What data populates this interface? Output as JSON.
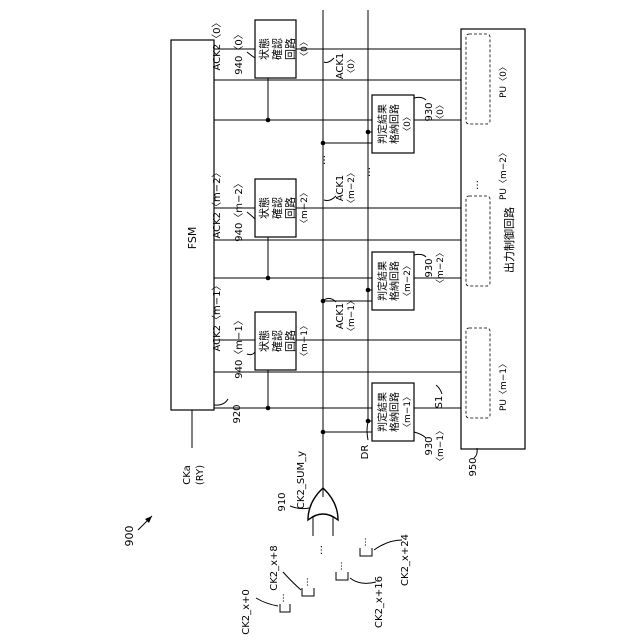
{
  "figure_number": "900",
  "fsm": {
    "label": "FSM",
    "ref": "920"
  },
  "output_control": {
    "label": "出力制御回路",
    "ref": "950"
  },
  "pu_units": [
    {
      "label": "PU〈0〉"
    },
    {
      "label": "PU〈m−2〉"
    },
    {
      "label": "PU〈m−1〉"
    }
  ],
  "status_circuits": [
    {
      "ref": "940〈0〉",
      "line1": "状態",
      "line2": "確認",
      "line3": "回路",
      "suffix": "〈0〉",
      "ack2": "ACK2〈0〉",
      "ack1_a": "ACK1",
      "ack1_b": "〈0〉"
    },
    {
      "ref": "940〈m−2〉",
      "line1": "状態",
      "line2": "確認",
      "line3": "回路",
      "suffix": "〈m−2〉",
      "ack2": "ACK2〈m−2〉",
      "ack1_a": "ACK1",
      "ack1_b": "〈m−2〉"
    },
    {
      "ref": "940〈m−1〉",
      "line1": "状態",
      "line2": "確認",
      "line3": "回路",
      "suffix": "〈m−1〉",
      "ack2": "ACK2〈m−1〉",
      "ack1_a": "ACK1",
      "ack1_b": "〈m−1〉"
    }
  ],
  "judge_circuits": [
    {
      "ref_a": "930",
      "ref_b": "〈0〉",
      "line1": "判定結果",
      "line2": "格納回路",
      "suffix": "〈0〉"
    },
    {
      "ref_a": "930",
      "ref_b": "〈m−2〉",
      "line1": "判定結果",
      "line2": "格納回路",
      "suffix": "〈m−2〉"
    },
    {
      "ref_a": "930",
      "ref_b": "〈m−1〉",
      "line1": "判定結果",
      "line2": "格納回路",
      "suffix": "〈m−1〉"
    }
  ],
  "signals": {
    "cka_a": "CKa",
    "cka_b": "(RY)",
    "ck2_sum": "CK2_SUM_y",
    "dr": "DR",
    "s1": "S1",
    "gate_ref": "910",
    "ellipsis": "…"
  },
  "ck2_inputs": [
    {
      "label": "CK2_x+0"
    },
    {
      "label": "CK2_x+8"
    },
    {
      "label": "CK2_x+16"
    },
    {
      "label": "CK2_x+24"
    }
  ]
}
